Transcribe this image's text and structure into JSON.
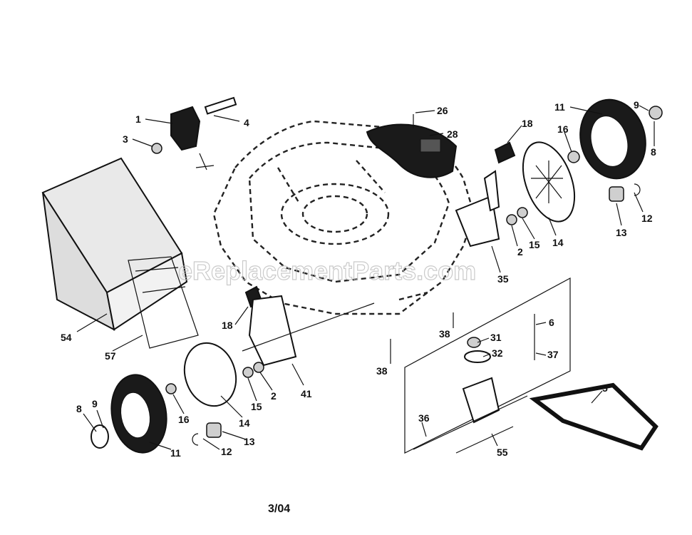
{
  "watermark": "eReplacementParts.com",
  "date_code": "3/04",
  "callouts": [
    {
      "id": "c1",
      "text": "1"
    },
    {
      "id": "c3",
      "text": "3"
    },
    {
      "id": "c4",
      "text": "4"
    },
    {
      "id": "c26",
      "text": "26"
    },
    {
      "id": "c28",
      "text": "28"
    },
    {
      "id": "c18a",
      "text": "18"
    },
    {
      "id": "c11a",
      "text": "11"
    },
    {
      "id": "c9a",
      "text": "9"
    },
    {
      "id": "c8a",
      "text": "8"
    },
    {
      "id": "c16a",
      "text": "16"
    },
    {
      "id": "c12a",
      "text": "12"
    },
    {
      "id": "c13a",
      "text": "13"
    },
    {
      "id": "c14a",
      "text": "14"
    },
    {
      "id": "c15a",
      "text": "15"
    },
    {
      "id": "c2a",
      "text": "2"
    },
    {
      "id": "c35",
      "text": "35"
    },
    {
      "id": "c54",
      "text": "54"
    },
    {
      "id": "c57",
      "text": "57"
    },
    {
      "id": "c18b",
      "text": "18"
    },
    {
      "id": "c41",
      "text": "41"
    },
    {
      "id": "c2b",
      "text": "2"
    },
    {
      "id": "c15b",
      "text": "15"
    },
    {
      "id": "c14b",
      "text": "14"
    },
    {
      "id": "c16b",
      "text": "16"
    },
    {
      "id": "c9b",
      "text": "9"
    },
    {
      "id": "c8b",
      "text": "8"
    },
    {
      "id": "c11b",
      "text": "11"
    },
    {
      "id": "c12b",
      "text": "12"
    },
    {
      "id": "c13b",
      "text": "13"
    },
    {
      "id": "c38a",
      "text": "38"
    },
    {
      "id": "c38b",
      "text": "38"
    },
    {
      "id": "c31",
      "text": "31"
    },
    {
      "id": "c6",
      "text": "6"
    },
    {
      "id": "c32",
      "text": "32"
    },
    {
      "id": "c37",
      "text": "37"
    },
    {
      "id": "c5",
      "text": "5"
    },
    {
      "id": "c36",
      "text": "36"
    },
    {
      "id": "c55",
      "text": "55"
    }
  ]
}
